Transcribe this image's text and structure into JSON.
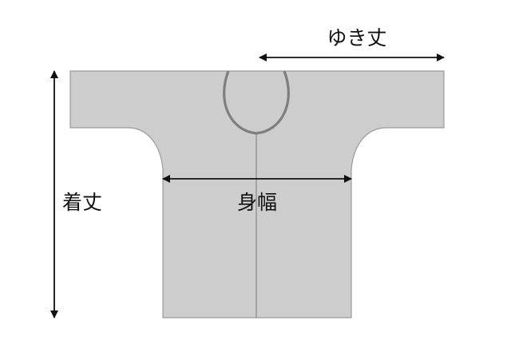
{
  "diagram": {
    "labels": {
      "sleeve_length": "ゆき丈",
      "garment_length": "着丈",
      "body_width": "身幅"
    },
    "colors": {
      "garment_fill": "#cdcdcd",
      "garment_outline": "#9a9a9a",
      "collar": "#7e7e7e",
      "arrow": "#111111",
      "background": "#ffffff"
    }
  }
}
